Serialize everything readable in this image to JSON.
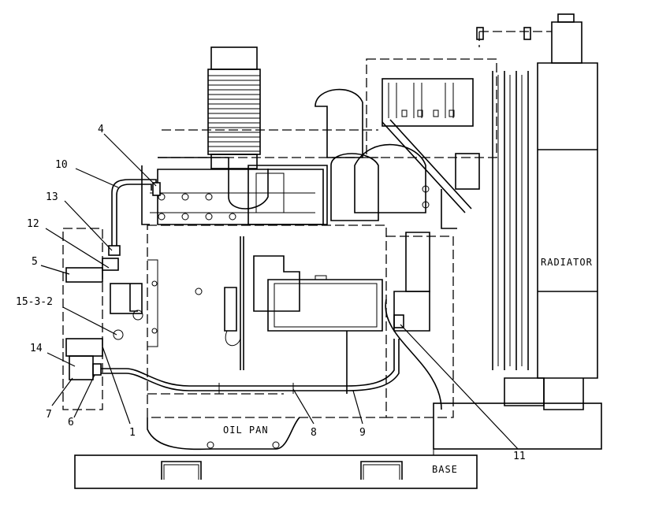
{
  "labels": {
    "radiator": "RADIATOR",
    "oil_pan": "OIL PAN",
    "base": "BASE"
  },
  "callouts": [
    "1",
    "4",
    "5",
    "6",
    "7",
    "8",
    "9",
    "10",
    "11",
    "12",
    "13",
    "14",
    "15-3-2"
  ]
}
